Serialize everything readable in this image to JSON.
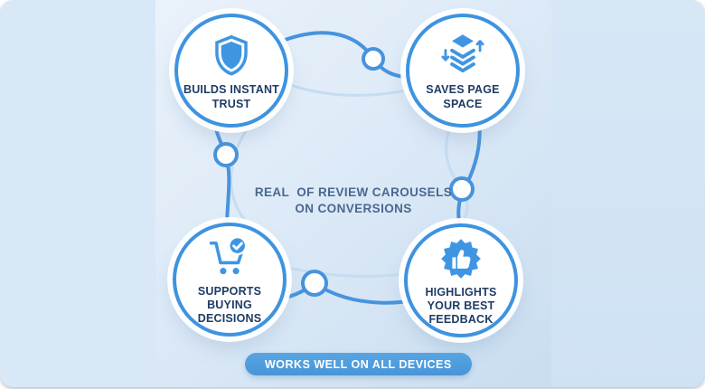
{
  "colors": {
    "accent": "#3e93e0",
    "curve_dark": "#4793dd",
    "curve_light": "#c6dcf0",
    "label_navy": "#1e3c64",
    "center_text_color": "#4a688f",
    "button_bg": "#4d9bdb",
    "panel_left": "#d9e8f6",
    "panel_center": "#ddeaf7",
    "panel_right": "#d2e4f4"
  },
  "bubbles": [
    {
      "id": "builds-instant-trust",
      "icon": "shield-icon",
      "label": "BUILDS INSTANT\nTRUST"
    },
    {
      "id": "saves-page-space",
      "icon": "layers-compress-icon",
      "label": "SAVES PAGE\nSPACE"
    },
    {
      "id": "supports-buying-decisions",
      "icon": "cart-check-icon",
      "label": "SUPPORTS\nBUYING\nDECISIONS"
    },
    {
      "id": "highlights-best-feedback",
      "icon": "thumbs-up-badge-icon",
      "label": "HIGHLIGHTS\nYOUR BEST\nFEEDBACK"
    }
  ],
  "center_caption": "REAL  OF REVIEW CAROUSELS\nON CONVERSIONS",
  "footer_button": {
    "label": "WORKS WELL ON ALL DEVICES"
  }
}
